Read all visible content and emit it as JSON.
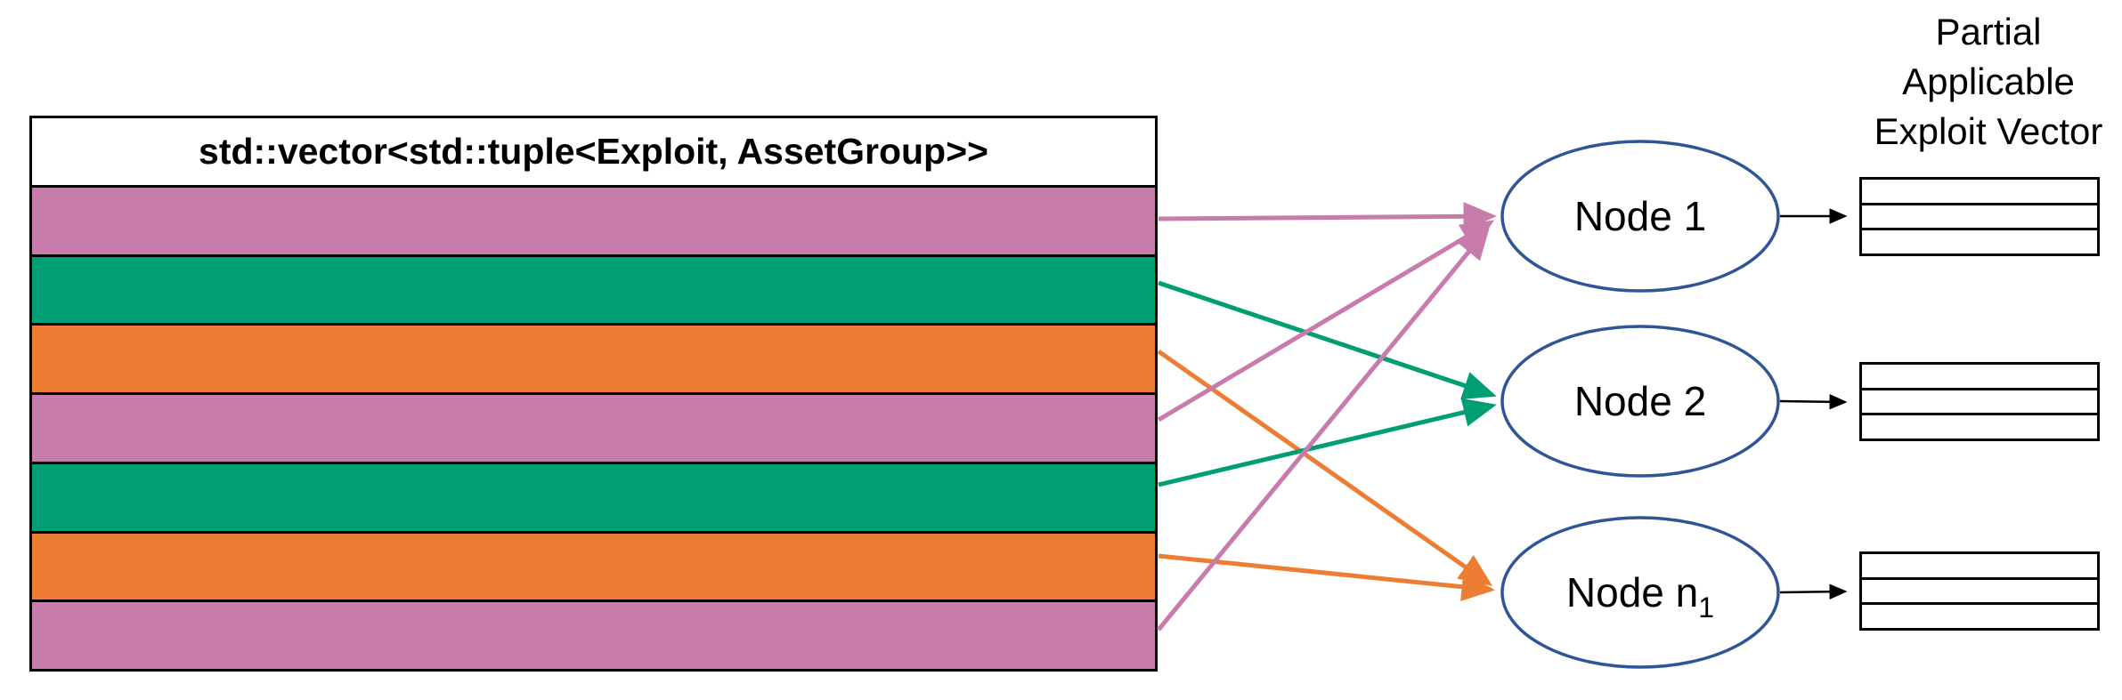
{
  "vector_box": {
    "header": "std::vector<std::tuple<Exploit, AssetGroup>>",
    "rows": [
      {
        "index": 1,
        "color": "pink",
        "target_node": "Node 1"
      },
      {
        "index": 2,
        "color": "green",
        "target_node": "Node 2"
      },
      {
        "index": 3,
        "color": "orange",
        "target_node": "Node n1"
      },
      {
        "index": 4,
        "color": "pink",
        "target_node": "Node 1"
      },
      {
        "index": 5,
        "color": "green",
        "target_node": "Node 2"
      },
      {
        "index": 6,
        "color": "orange",
        "target_node": "Node n1"
      },
      {
        "index": 7,
        "color": "pink",
        "target_node": "Node 1"
      }
    ]
  },
  "nodes": [
    {
      "label": "Node 1"
    },
    {
      "label": "Node 2"
    },
    {
      "label": "Node n",
      "sub": "1"
    }
  ],
  "arrows": [
    {
      "from_row": 1,
      "color": "pink",
      "to_node": "Node 1"
    },
    {
      "from_row": 2,
      "color": "green",
      "to_node": "Node 2"
    },
    {
      "from_row": 3,
      "color": "orange",
      "to_node": "Node n1"
    },
    {
      "from_row": 4,
      "color": "pink",
      "to_node": "Node 1"
    },
    {
      "from_row": 5,
      "color": "green",
      "to_node": "Node 2"
    },
    {
      "from_row": 6,
      "color": "orange",
      "to_node": "Node n1"
    },
    {
      "from_row": 7,
      "color": "pink",
      "to_node": "Node 1"
    }
  ],
  "partial_vector_label": "Partial\nApplicable\nExploit Vector",
  "tables": {
    "count": 3,
    "rows_per_table": 3
  },
  "colors": {
    "pink": "#C87CAC",
    "green": "#009E73",
    "orange": "#EC7D32",
    "node_outline": "#2F5597",
    "border": "#000000",
    "text": "#000000",
    "background": "#FFFFFF"
  }
}
